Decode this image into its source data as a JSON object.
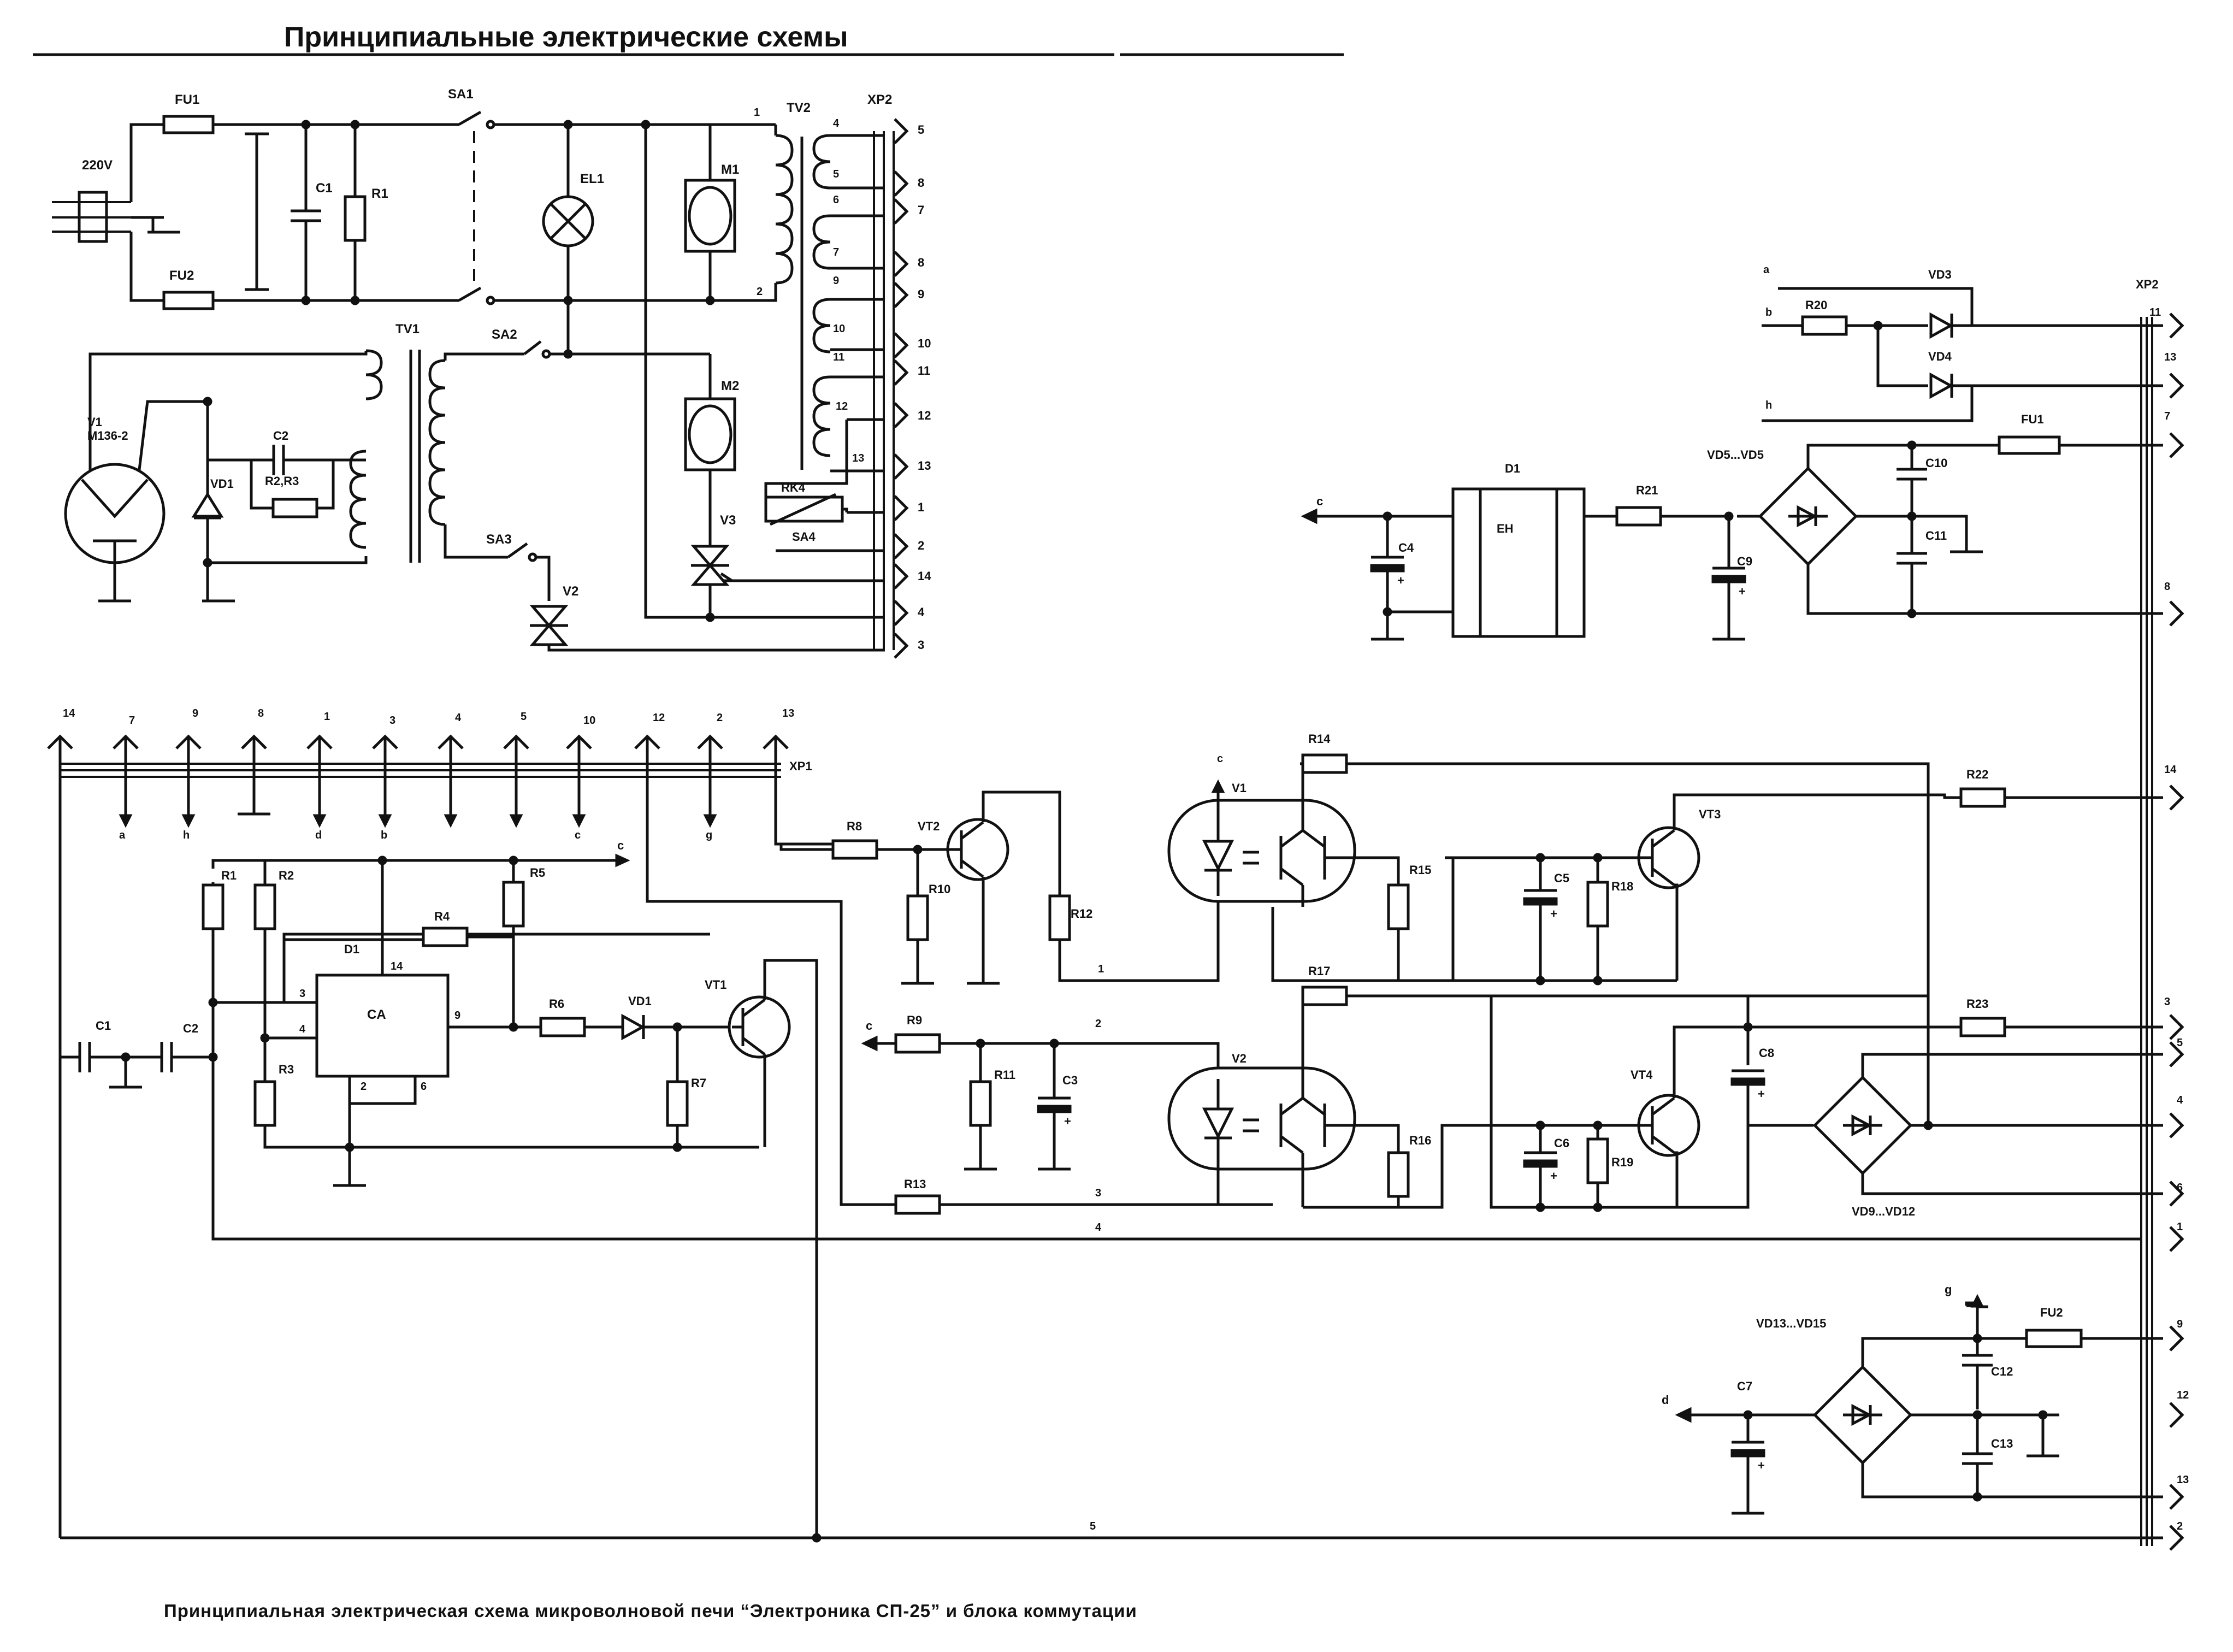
{
  "title": "Принципиальные электрические схемы",
  "caption": "Принципиальная электрическая схема микроволновой печи “Электроника СП-25” и блока коммутации",
  "power": {
    "mains": "220V",
    "fuses": [
      "FU1",
      "FU2"
    ],
    "c1": "C1",
    "r1": "R1",
    "switches": [
      "SA1",
      "SA2",
      "SA3",
      "SA4"
    ],
    "lamp": "EL1",
    "motors": [
      "M1",
      "M2"
    ],
    "tv1": "TV1",
    "tv2": "TV2",
    "xp2": "XP2",
    "magnetron": "V1",
    "magnetron_type": "M136-2",
    "vd1": "VD1",
    "c2": "C2",
    "r2r3": "R2,R3",
    "rk4": "RK4",
    "v2": "V2",
    "v3": "V3",
    "tv2_taps": [
      "1",
      "2",
      "4",
      "5",
      "6",
      "7",
      "9",
      "10",
      "11",
      "12",
      "13"
    ],
    "xp2_pins": [
      "5",
      "8",
      "7",
      "8",
      "9",
      "10",
      "11",
      "12",
      "13",
      "1",
      "2",
      "14",
      "4",
      "3"
    ]
  },
  "psu": {
    "outputs": [
      "a",
      "b",
      "h",
      "c"
    ],
    "labels": [
      "VD3",
      "VD4",
      "R20",
      "VD5...VD5",
      "C10",
      "C11",
      "FU1",
      "D1",
      "EH",
      "R21",
      "C4",
      "C9",
      "XP2"
    ],
    "pins": [
      "11",
      "13",
      "7",
      "8"
    ]
  },
  "control": {
    "xp1": "XP1",
    "pins": [
      "14",
      "7",
      "9",
      "8",
      "1",
      "3",
      "4",
      "5",
      "10",
      "12",
      "2",
      "13"
    ],
    "subs": [
      "a",
      "h",
      "d",
      "b",
      "c",
      "g"
    ],
    "left_labels": [
      "R1",
      "R2",
      "R3",
      "R4",
      "R5",
      "R6",
      "R7",
      "C1",
      "C2",
      "D1",
      "CA",
      "VD1",
      "VT1"
    ],
    "chip_pins": [
      "14",
      "3",
      "4",
      "9",
      "2",
      "6"
    ],
    "mid_labels": [
      "VT2",
      "R8",
      "R10",
      "R12",
      "R9",
      "R11",
      "C3",
      "R13"
    ],
    "opto_labels": [
      "V1",
      "V2",
      "R14",
      "R15",
      "R16",
      "R17"
    ],
    "right_labels": [
      "VT3",
      "VT4",
      "C5",
      "C6",
      "R18",
      "R19",
      "R22",
      "R23",
      "C8",
      "VD9...VD12"
    ],
    "net_nums": [
      "1",
      "2",
      "3",
      "4",
      "5"
    ],
    "out_pins": [
      "14",
      "3",
      "5",
      "4",
      "6",
      "1"
    ],
    "c_arrow": "c"
  },
  "aux": {
    "labels": [
      "VD13...VD15",
      "FU2",
      "C12",
      "C13",
      "C7"
    ],
    "outputs": [
      "g",
      "d"
    ],
    "pins": [
      "9",
      "12",
      "13",
      "2"
    ]
  }
}
